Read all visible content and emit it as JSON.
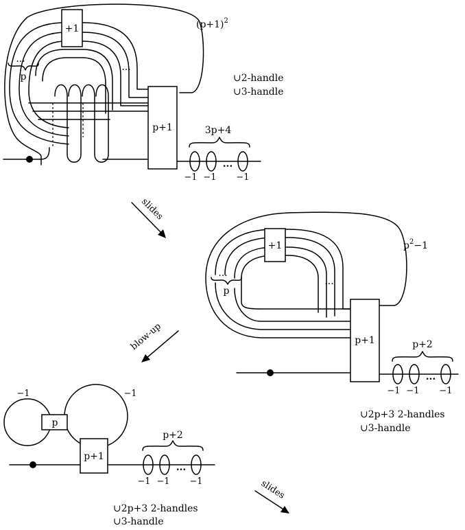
{
  "diagram": {
    "top": {
      "box_small": "+1",
      "box_large": "p+1",
      "label_p": "p",
      "dots": "...",
      "exponent_label_base": "(p+1)",
      "exponent_label_sup": "2",
      "handles_line1": "∪2-handle",
      "handles_line2": "∪3-handle",
      "chain_label": "3p+4",
      "chain_weights": [
        "−1",
        "−1",
        "−1"
      ],
      "chain_dots": "..."
    },
    "arrow1_label": "slides",
    "middle": {
      "box_small": "+1",
      "box_large": "p+1",
      "label_p": "p",
      "dots": "...",
      "exponent_label_base": "p",
      "exponent_label_sup": "2",
      "exponent_label_tail": "−1",
      "chain_label": "p+2",
      "chain_weights": [
        "−1",
        "−1",
        "−1"
      ],
      "chain_dots": "...",
      "handles_line1": "∪2p+3 2-handles",
      "handles_line2": "∪3-handle"
    },
    "arrow2_label": "blow-up",
    "bottom": {
      "box_small": "p",
      "box_large": "p+1",
      "left_circle_weight": "−1",
      "right_circle_weight": "−1",
      "chain_label": "p+2",
      "chain_weights": [
        "−1",
        "−1",
        "−1"
      ],
      "chain_dots": "...",
      "handles_line1": "∪2p+3 2-handles",
      "handles_line2": "∪3-handle"
    },
    "arrow3_label": "slides"
  }
}
